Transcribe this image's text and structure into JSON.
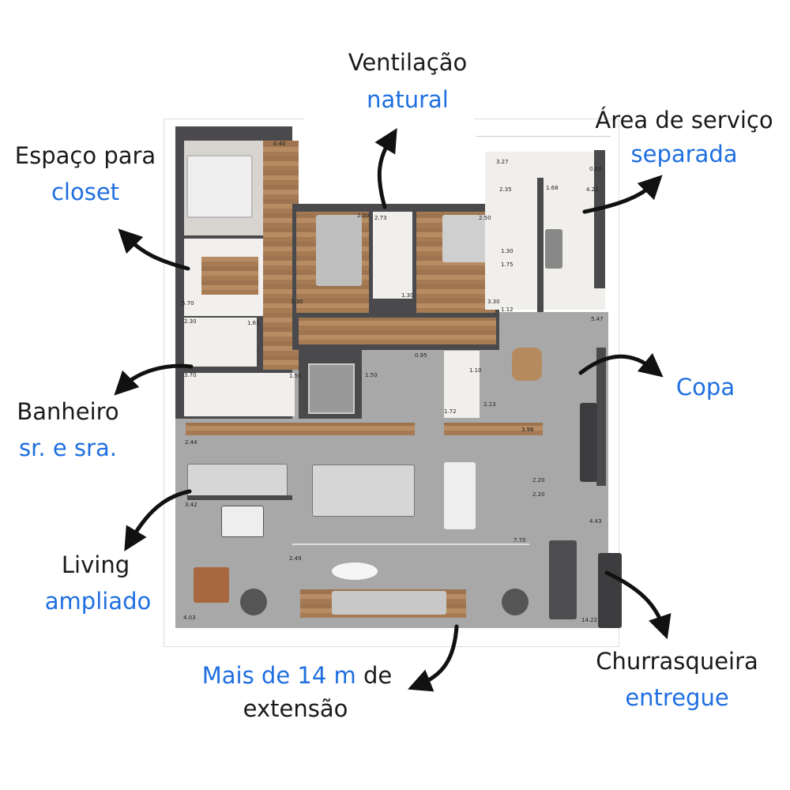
{
  "annotations": {
    "closet": {
      "line1": "Espaço para",
      "line2": "closet"
    },
    "ventilacao": {
      "line1": "Ventilação",
      "line2": "natural"
    },
    "servico": {
      "line1": "Área de serviço",
      "line2": "separada"
    },
    "banheiro": {
      "line1": "Banheiro",
      "line2": "sr. e sra."
    },
    "copa": {
      "line1": "Copa"
    },
    "living": {
      "line1": "Living",
      "line2": "ampliado"
    },
    "extensao": {
      "highlight": "Mais de 14 m",
      "rest": " de",
      "line2": "extensão"
    },
    "churrasqueira": {
      "line1": "Churrasqueira",
      "line2": "entregue"
    }
  },
  "dimensions": [
    "0.40",
    "2.50",
    "2.73",
    "2.50",
    "1.30",
    "5.70",
    "3.30",
    "2.30",
    "1.61",
    "3.70",
    "1.50",
    "0.95",
    "1.50",
    "1.10",
    "3.27",
    "0.60",
    "2.35",
    "1.68",
    "4.22",
    "1.30",
    "1.75",
    "1.12",
    "3.30",
    "5.47",
    "2.13",
    "1.72",
    "3.96",
    "2.44",
    "3.42",
    "2.49",
    "7.70",
    "2.20",
    "2.20",
    "4.43",
    "4.03",
    "14.22"
  ],
  "colors": {
    "highlight": "#1f6fe0",
    "text": "#1a1a1a",
    "wall": "#4a4a4c",
    "floor": "#a8a8a8"
  }
}
